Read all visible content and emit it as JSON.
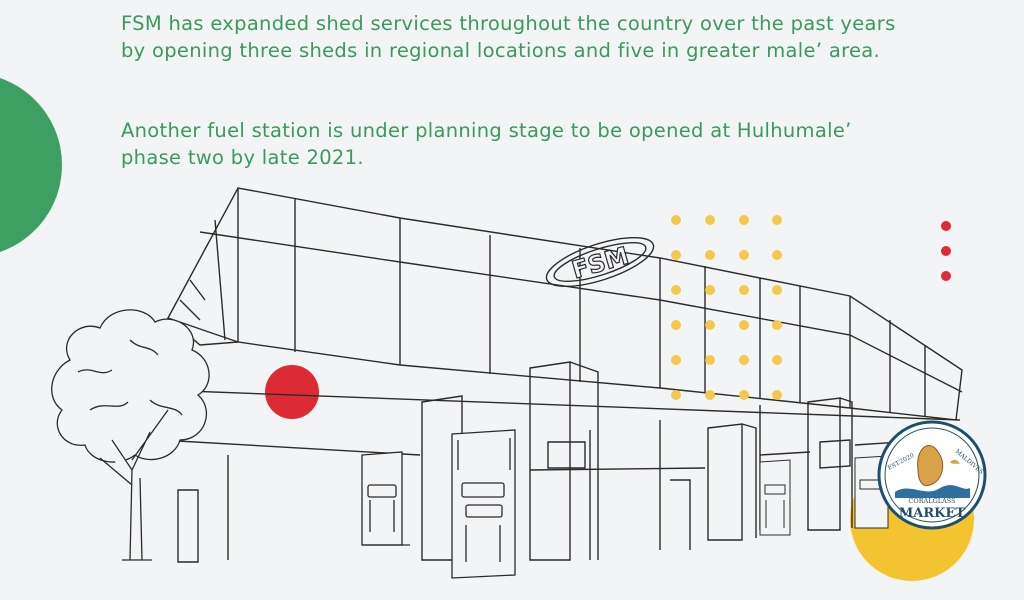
{
  "text": {
    "paragraph_1": "FSM has expanded shed services throughout the country over the past years by opening three sheds in regional locations and five in greater male’ area.",
    "paragraph_2": "Another fuel station is under planning stage to be opened at Hulhumale’ phase two by late 2021."
  },
  "building_sign": "FSM",
  "badge": {
    "top_left": "EST.2020",
    "top_right": "MALDIVES",
    "name_small": "CORALGLASS",
    "name_large": "MARKET"
  },
  "colors": {
    "text_green": "#3a9a5c",
    "green_circle": "#3e9f62",
    "red_dot": "#dd2b36",
    "yellow_dot": "#f2c94c",
    "yellow_circle": "#f4c430",
    "badge_ring": "#1d4f6e"
  }
}
